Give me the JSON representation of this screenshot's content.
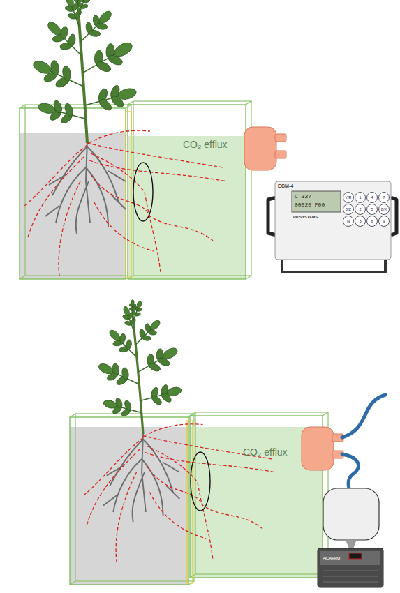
{
  "diagram": {
    "labels": [
      "CO₂ efflux",
      "EGM-4",
      "C 327",
      "00020 P00",
      "Y/R",
      "1",
      "4",
      "7",
      "0/Z",
      "2",
      "5",
      "8/X",
      "N",
      "3",
      "6",
      "9",
      "PP SYSTEMS",
      "CO₂ efflux",
      "PICARRO"
    ]
  }
}
